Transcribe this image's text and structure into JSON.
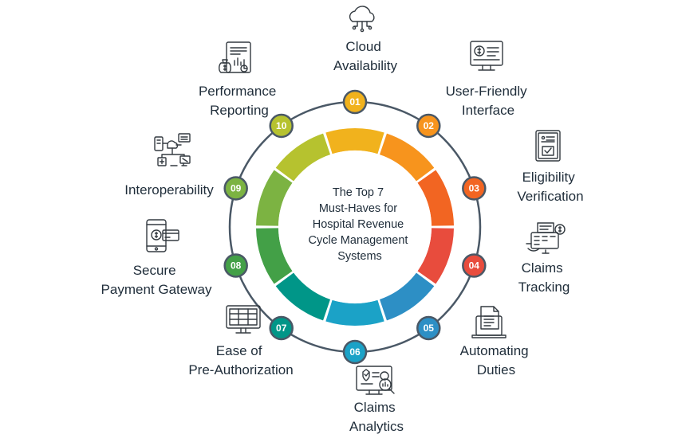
{
  "title_lines": [
    "The Top 7",
    "Must-Haves for",
    "Hospital Revenue",
    "Cycle Management",
    "Systems"
  ],
  "items": [
    {
      "num": "01",
      "label_lines": [
        "Cloud",
        "Availability"
      ],
      "color": "#f1b21d",
      "icon": "cloud-network-icon"
    },
    {
      "num": "02",
      "label_lines": [
        "User-Friendly",
        "Interface"
      ],
      "color": "#f7941d",
      "icon": "dollar-monitor-icon"
    },
    {
      "num": "03",
      "label_lines": [
        "Eligibility",
        "Verification"
      ],
      "color": "#f26522",
      "icon": "checklist-document-icon"
    },
    {
      "num": "04",
      "label_lines": [
        "Claims",
        "Tracking"
      ],
      "color": "#e84c3d",
      "icon": "billing-machine-icon"
    },
    {
      "num": "05",
      "label_lines": [
        "Automating",
        "Duties"
      ],
      "color": "#2d8fc5",
      "icon": "laptop-document-icon"
    },
    {
      "num": "06",
      "label_lines": [
        "Claims",
        "Analytics"
      ],
      "color": "#1ba2c7",
      "icon": "analytics-monitor-icon"
    },
    {
      "num": "07",
      "label_lines": [
        "Ease of",
        "Pre-Authorization"
      ],
      "color": "#009688",
      "icon": "server-monitor-icon"
    },
    {
      "num": "08",
      "label_lines": [
        "Secure",
        "Payment Gateway"
      ],
      "color": "#43a047",
      "icon": "mobile-payment-icon"
    },
    {
      "num": "09",
      "label_lines": [
        "Interoperability"
      ],
      "color": "#7cb342",
      "icon": "connected-devices-icon"
    },
    {
      "num": "10",
      "label_lines": [
        "Performance",
        "Reporting"
      ],
      "color": "#b6c22f",
      "icon": "money-report-icon"
    }
  ]
}
